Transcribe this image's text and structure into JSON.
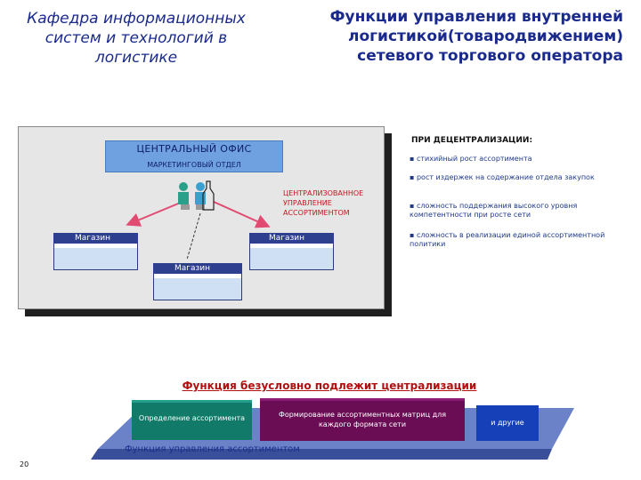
{
  "header": {
    "dept_title": "Кафедра информационных систем и технологий в логистике",
    "main_title": "Функции управления внутренней логистикой(товародвижением) сетевого торгового оператора"
  },
  "diagram": {
    "office_title": "ЦЕНТРАЛЬНЫЙ ОФИС",
    "office_subtitle": "МАРКЕТИНГОВЫЙ ОТДЕЛ",
    "central_label": "ЦЕНТРАЛИЗОВАННОЕ УПРАВЛЕНИЕ АССОРТИМЕНТОМ",
    "stores": [
      "Магазин",
      "Магазин",
      "Магазин"
    ]
  },
  "decentralization": {
    "heading": "ПРИ ДЕЦЕНТРАЛИЗАЦИИ:",
    "bullets": [
      "стихийный рост ассортимента",
      "рост издержек на содержание отдела закупок",
      "сложность поддержания высокого уровня компетентности при росте сети",
      "сложность в реализации единой ассортиментной политики"
    ]
  },
  "function_title": "Функция безусловно подлежит централизации",
  "blocks": {
    "green": "Определение ассортимента",
    "purple": "Формирование ассортиментных матриц для каждого формата сети",
    "blue": "и другие"
  },
  "base_label": "Функция управления ассортиментом",
  "page_number": "20",
  "colors": {
    "title_blue": "#1a2a8c",
    "accent_red": "#b01010",
    "block_green": "#127a68",
    "block_purple": "#6a0d54",
    "block_blue": "#1640b8"
  }
}
